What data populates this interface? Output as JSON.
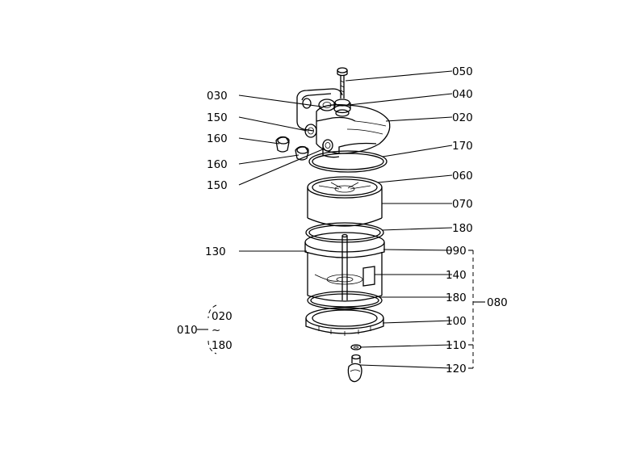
{
  "callouts": {
    "c050": "050",
    "c040": "040",
    "c020": "020",
    "c170": "170",
    "c060": "060",
    "c070": "070",
    "c180a": "180",
    "c090": "090",
    "c140": "140",
    "c180b": "180",
    "c100": "100",
    "c110": "110",
    "c120": "120",
    "c080": "080",
    "c030": "030",
    "c150a": "150",
    "c160a": "160",
    "c160b": "160",
    "c150b": "150",
    "c130": "130"
  },
  "assembly_note": {
    "ref": "010",
    "from": "020",
    "tilde": "~",
    "to": "180"
  }
}
